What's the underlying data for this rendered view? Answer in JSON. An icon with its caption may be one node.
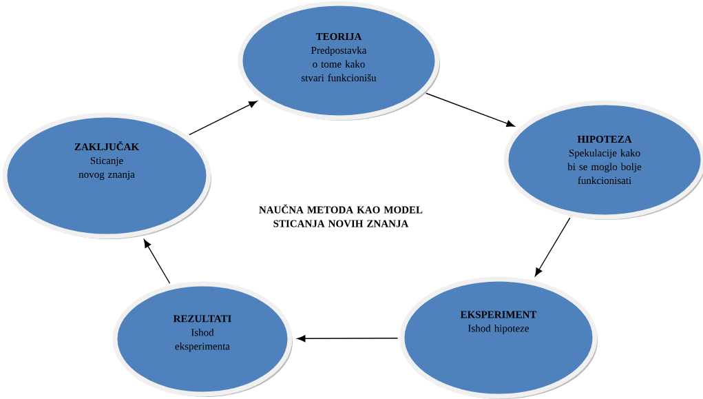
{
  "diagram": {
    "title": "NAUČNA METODA KAO MODEL STICANJA NOVIH ZNANJA",
    "nodes": [
      {
        "text": [
          "ZAKLJUČAK",
          "Sticanje novog znanja"
        ]
      },
      {
        "text": [
          "TEORIJA",
          "Predpostavka o tome kako stvari funkcionišu"
        ]
      },
      {
        "text": [
          "HIPOTEZA",
          "Spekulacije kako bi se moglo bolje funkcionisati"
        ]
      },
      {
        "text": [
          "EKSPERIMENT",
          "Ishod hipoteze"
        ]
      },
      {
        "text": [
          "REZULTATI",
          "Ishod eksperimenta"
        ]
      }
    ],
    "edges": [
      {
        "from": 0,
        "to": 1,
        "arrow": "to"
      },
      {
        "from": 1,
        "to": 2,
        "arrow": "to"
      },
      {
        "from": 2,
        "to": 3,
        "arrow": "to"
      },
      {
        "from": 3,
        "to": 4,
        "arrow": "to"
      },
      {
        "from": 4,
        "to": 0,
        "arrow": "to"
      }
    ]
  }
}
